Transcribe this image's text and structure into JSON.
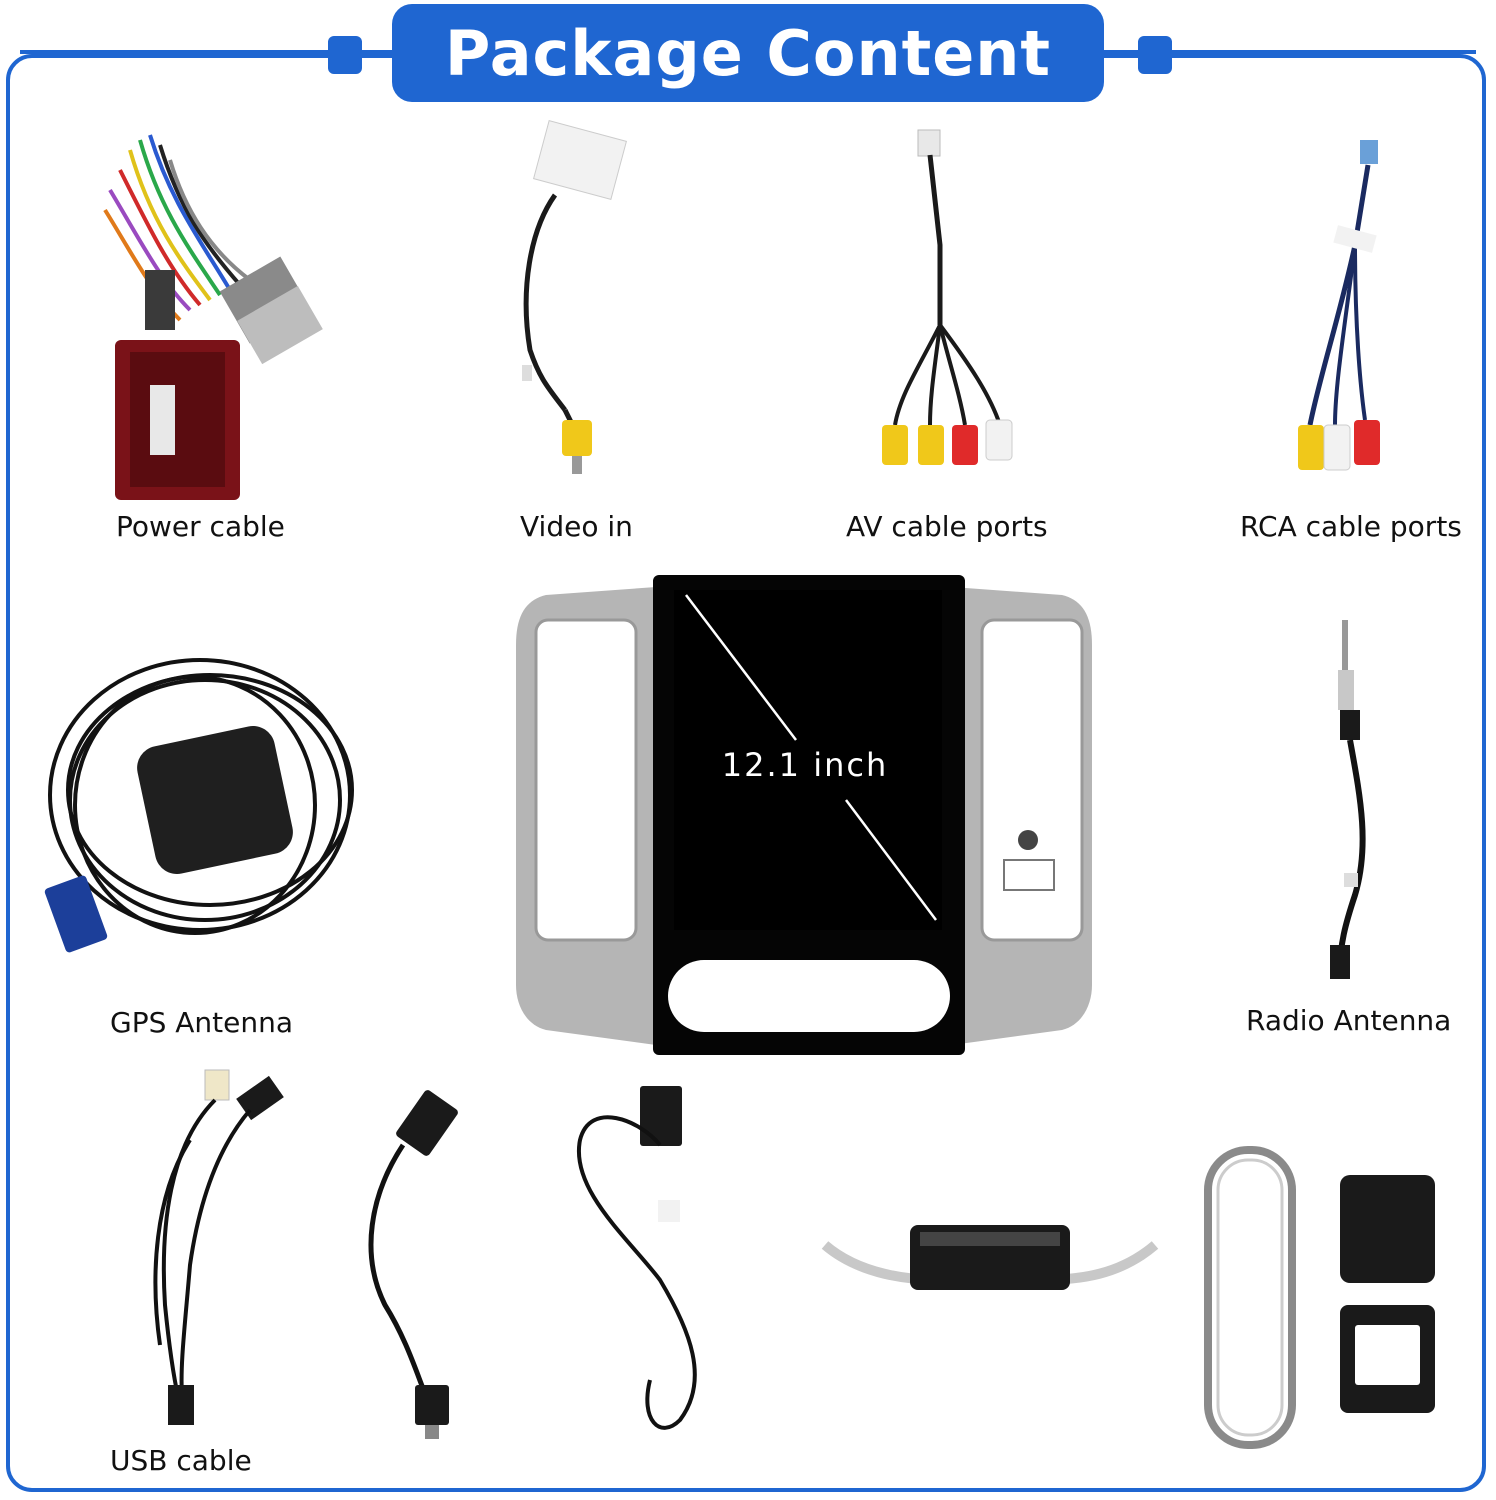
{
  "header": {
    "title": "Package Content"
  },
  "colors": {
    "accent": "#1f66d1",
    "text": "#111111",
    "background": "#ffffff"
  },
  "items": [
    {
      "label": "Power cable"
    },
    {
      "label": "Video in"
    },
    {
      "label": "AV cable ports"
    },
    {
      "label": "RCA cable ports"
    },
    {
      "label": "GPS Antenna"
    },
    {
      "label": "Radio Antenna"
    },
    {
      "label": "USB cable"
    }
  ],
  "head_unit": {
    "screen_size": "12.1 inch"
  }
}
